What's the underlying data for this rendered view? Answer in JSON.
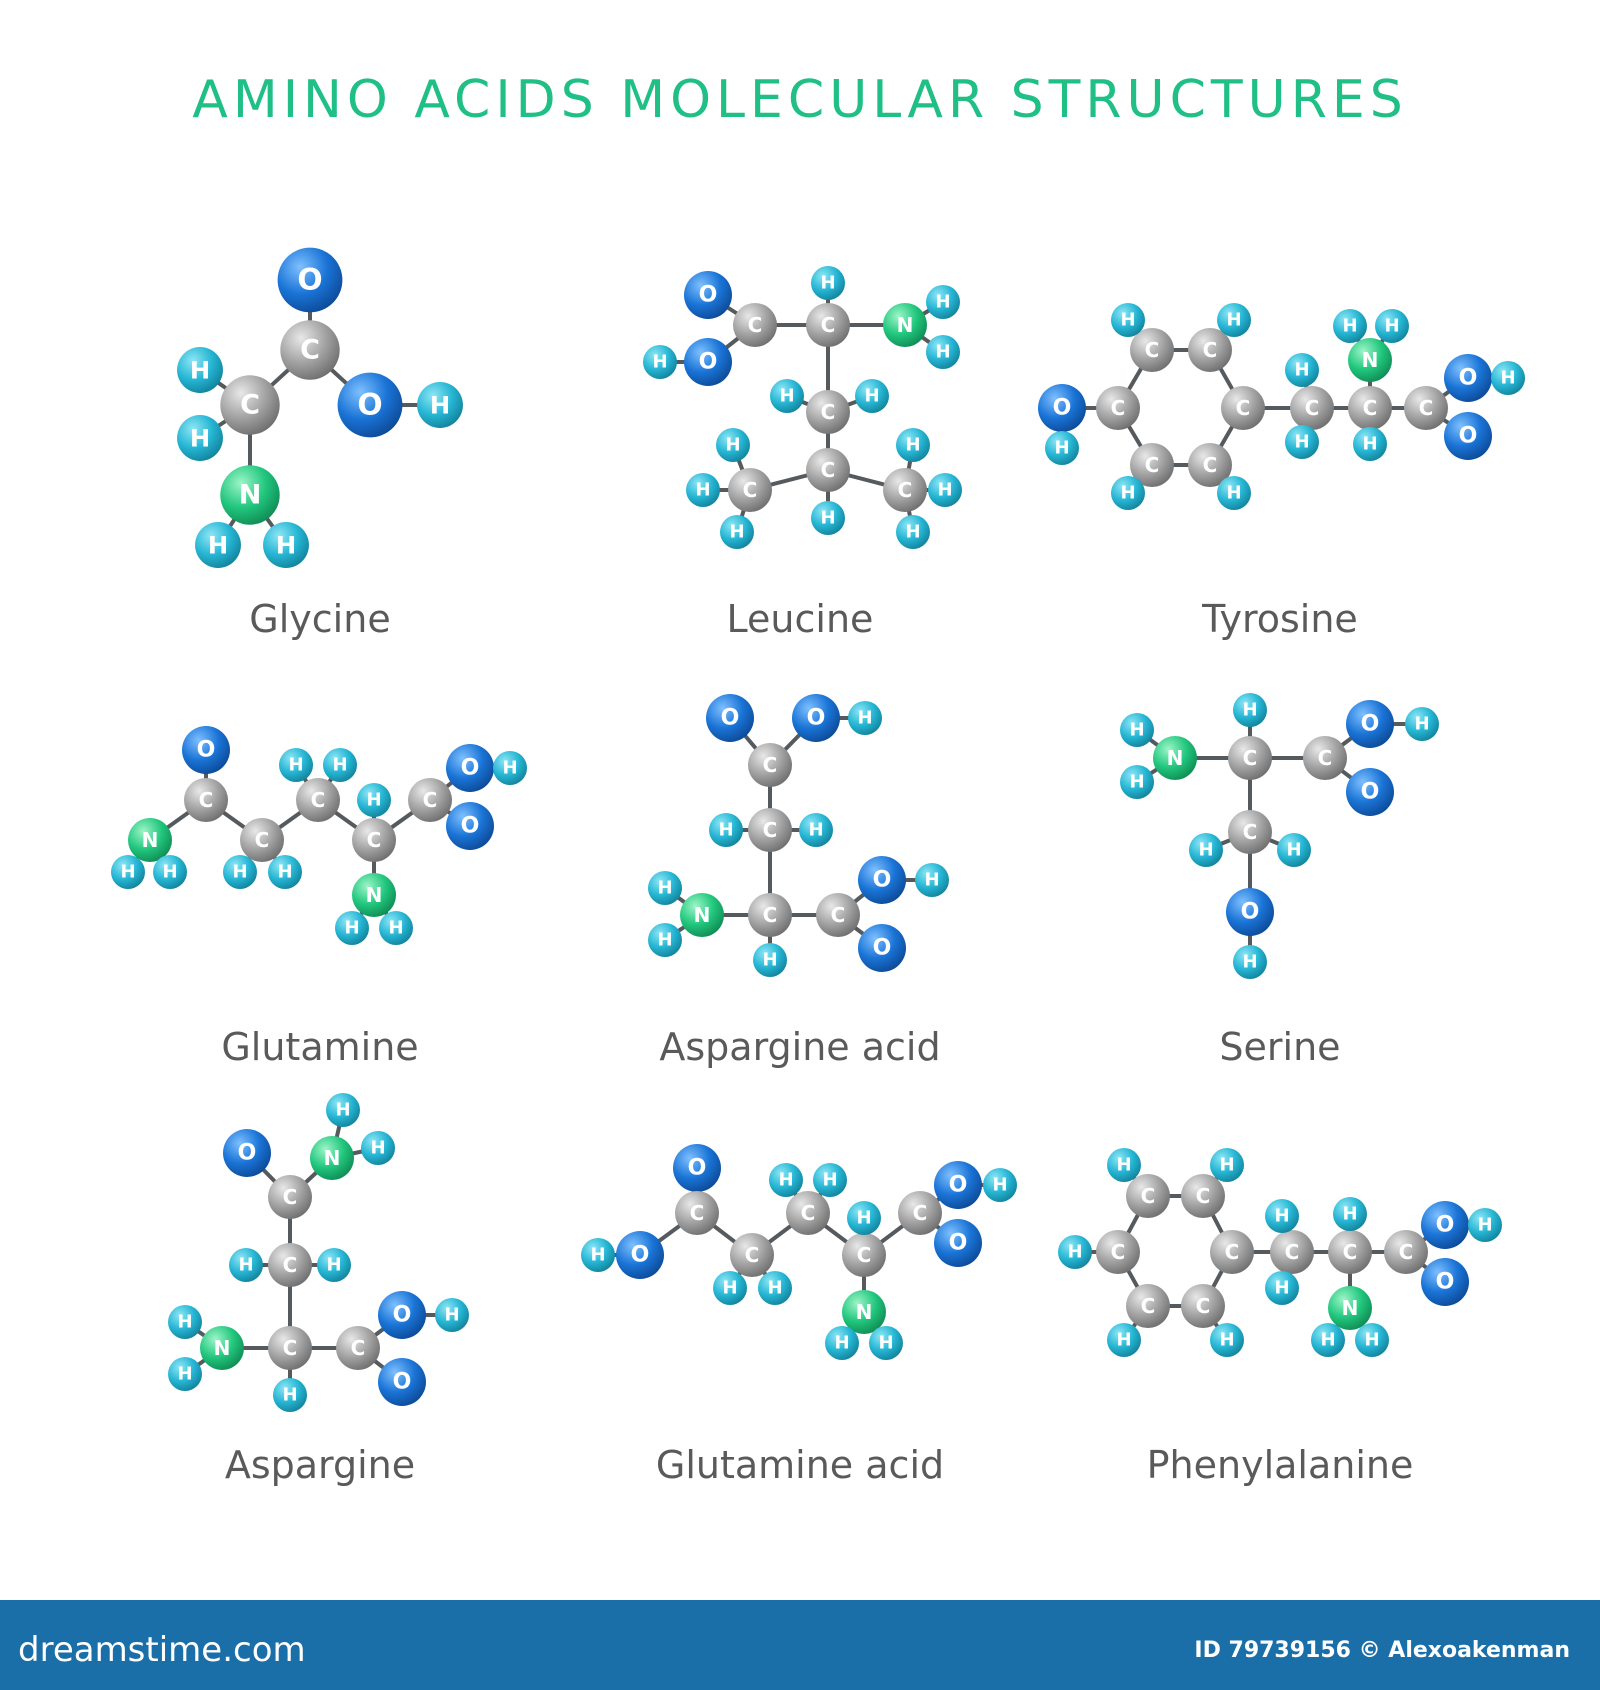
{
  "title": "AMINO ACIDS MOLECULAR STRUCTURES",
  "colors": {
    "title": "#1fbf86",
    "carbon": "#9a9a9a",
    "hydrogen": "#26b6d4",
    "oxygen": "#1a74d6",
    "nitrogen": "#22c77e",
    "bond": "#555a5e",
    "footer": "#1a6fa8"
  },
  "element_labels": {
    "C": "C",
    "H": "H",
    "O": "O",
    "N": "N"
  },
  "molecules": [
    {
      "name": "Glycine"
    },
    {
      "name": "Leucine"
    },
    {
      "name": "Tyrosine"
    },
    {
      "name": "Glutamine"
    },
    {
      "name": "Aspargine acid"
    },
    {
      "name": "Serine"
    },
    {
      "name": "Aspargine"
    },
    {
      "name": "Glutamine acid"
    },
    {
      "name": "Phenylalanine"
    }
  ],
  "footer": {
    "brand": "dreamstime.com",
    "stock_id": "ID 79739156 © Alexoakenman"
  }
}
